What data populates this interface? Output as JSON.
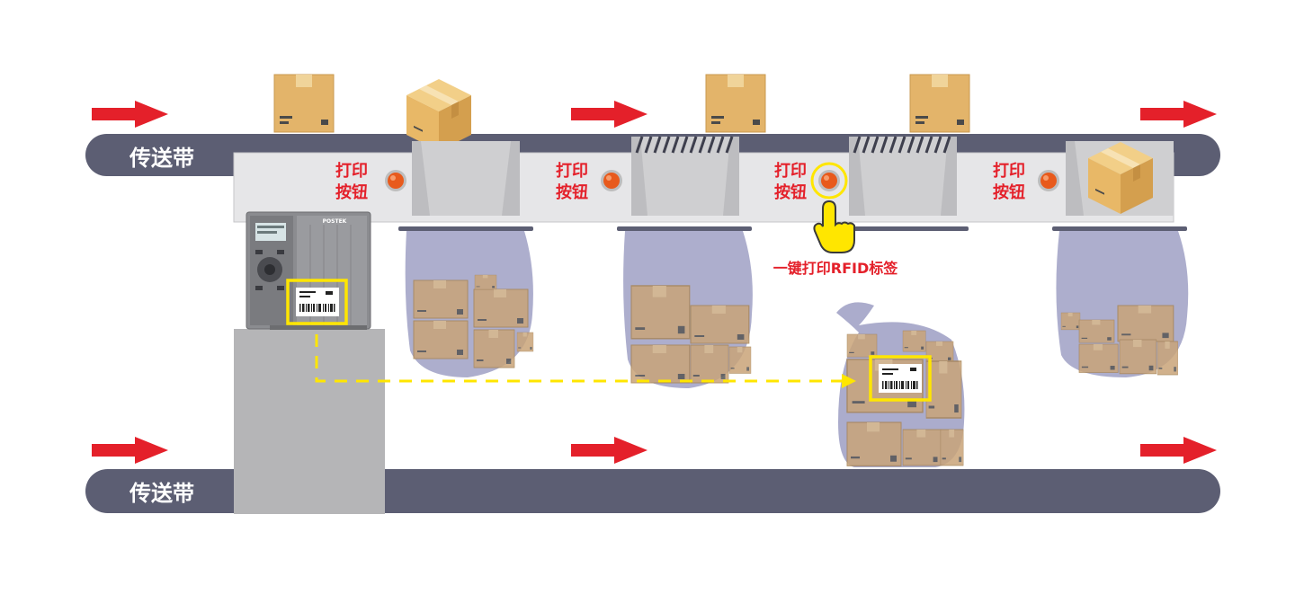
{
  "conveyor_top": {
    "label": "传送带"
  },
  "conveyor_bottom": {
    "label": "传送带"
  },
  "print_buttons": [
    {
      "line1": "打印",
      "line2": "按钮"
    },
    {
      "line1": "打印",
      "line2": "按钮"
    },
    {
      "line1": "打印",
      "line2": "按钮"
    },
    {
      "line1": "打印",
      "line2": "按钮"
    }
  ],
  "printer": {
    "brand": "POSTEK"
  },
  "callout": {
    "text": "一键打印RFID标签"
  },
  "colors": {
    "belt": "#5c5e73",
    "arrow": "#e4202a",
    "accent_text": "#e4202a",
    "highlight": "#ffe600",
    "box": "#e3b46a",
    "bag": "#8a8bb4",
    "chute": "#d6d6d8",
    "printer_body": "#8b8c90"
  },
  "icons": [
    "flow-arrow-icon",
    "hand-pointer-icon",
    "barcode-icon",
    "cardboard-box-icon"
  ]
}
